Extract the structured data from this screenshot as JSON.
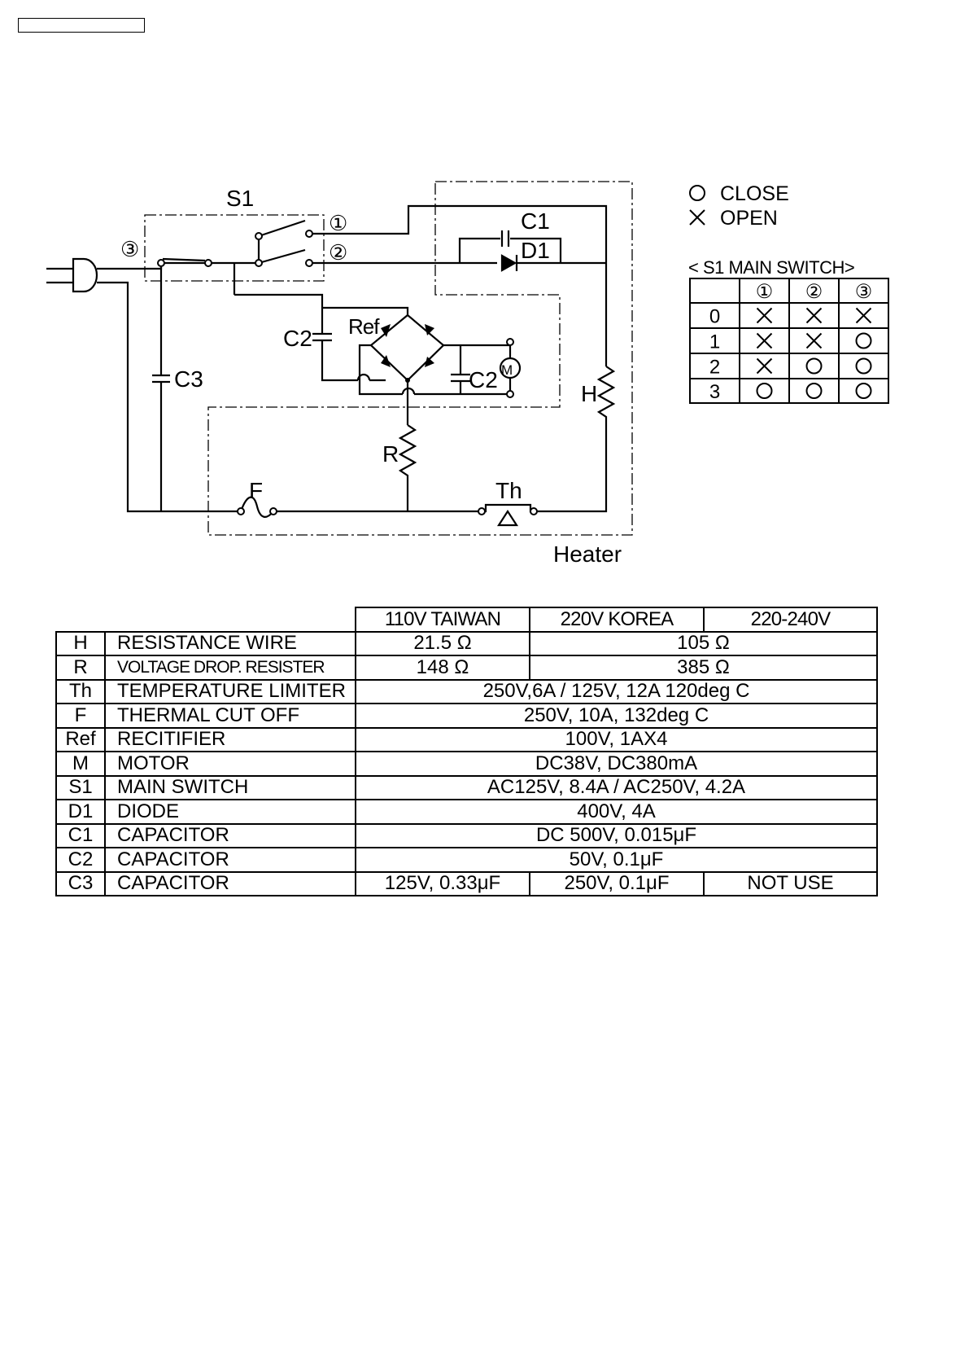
{
  "legend": {
    "close_label": "CLOSE",
    "open_label": "OPEN",
    "table_title": "< S1 MAIN SWITCH>",
    "columns": [
      "①",
      "②",
      "③"
    ],
    "rows": [
      {
        "pos": "0",
        "states": [
          "open",
          "open",
          "open"
        ]
      },
      {
        "pos": "1",
        "states": [
          "open",
          "open",
          "close"
        ]
      },
      {
        "pos": "2",
        "states": [
          "open",
          "close",
          "close"
        ]
      },
      {
        "pos": "3",
        "states": [
          "close",
          "close",
          "close"
        ]
      }
    ]
  },
  "circuit": {
    "switch_label": "S1",
    "terminal_1": "①",
    "terminal_2": "②",
    "terminal_3": "③",
    "c1": "C1",
    "d1": "D1",
    "c2": "C2",
    "c3": "C3",
    "ref": "Ref",
    "motor": "M",
    "h": "H",
    "r": "R",
    "f": "F",
    "th": "Th",
    "heater": "Heater"
  },
  "spec_table": {
    "headers": [
      "110V TAIWAN",
      "220V KOREA",
      "220-240V"
    ],
    "rows": [
      {
        "code": "H",
        "name": "RESISTANCE WIRE",
        "values": [
          "21.5 Ω",
          "105 Ω"
        ]
      },
      {
        "code": "R",
        "name": "VOLTAGE DROP. RESISTER",
        "values": [
          "148 Ω",
          "385 Ω"
        ]
      },
      {
        "code": "Th",
        "name": "TEMPERATURE LIMITER",
        "values": [
          "250V,6A / 125V, 12A 120deg C"
        ]
      },
      {
        "code": "F",
        "name": "THERMAL CUT OFF",
        "values": [
          "250V, 10A, 132deg C"
        ]
      },
      {
        "code": "Ref",
        "name": "RECITIFIER",
        "values": [
          "100V, 1AX4"
        ]
      },
      {
        "code": "M",
        "name": "MOTOR",
        "values": [
          "DC38V, DC380mA"
        ]
      },
      {
        "code": "S1",
        "name": "MAIN SWITCH",
        "values": [
          "AC125V, 8.4A / AC250V, 4.2A"
        ]
      },
      {
        "code": "D1",
        "name": "DIODE",
        "values": [
          "400V, 4A"
        ]
      },
      {
        "code": "C1",
        "name": "CAPACITOR",
        "values": [
          "DC 500V, 0.015μF"
        ]
      },
      {
        "code": "C2",
        "name": "CAPACITOR",
        "values": [
          "50V, 0.1μF"
        ]
      },
      {
        "code": "C3",
        "name": "CAPACITOR",
        "values": [
          "125V, 0.33μF",
          "250V, 0.1μF",
          "NOT USE"
        ]
      }
    ]
  }
}
